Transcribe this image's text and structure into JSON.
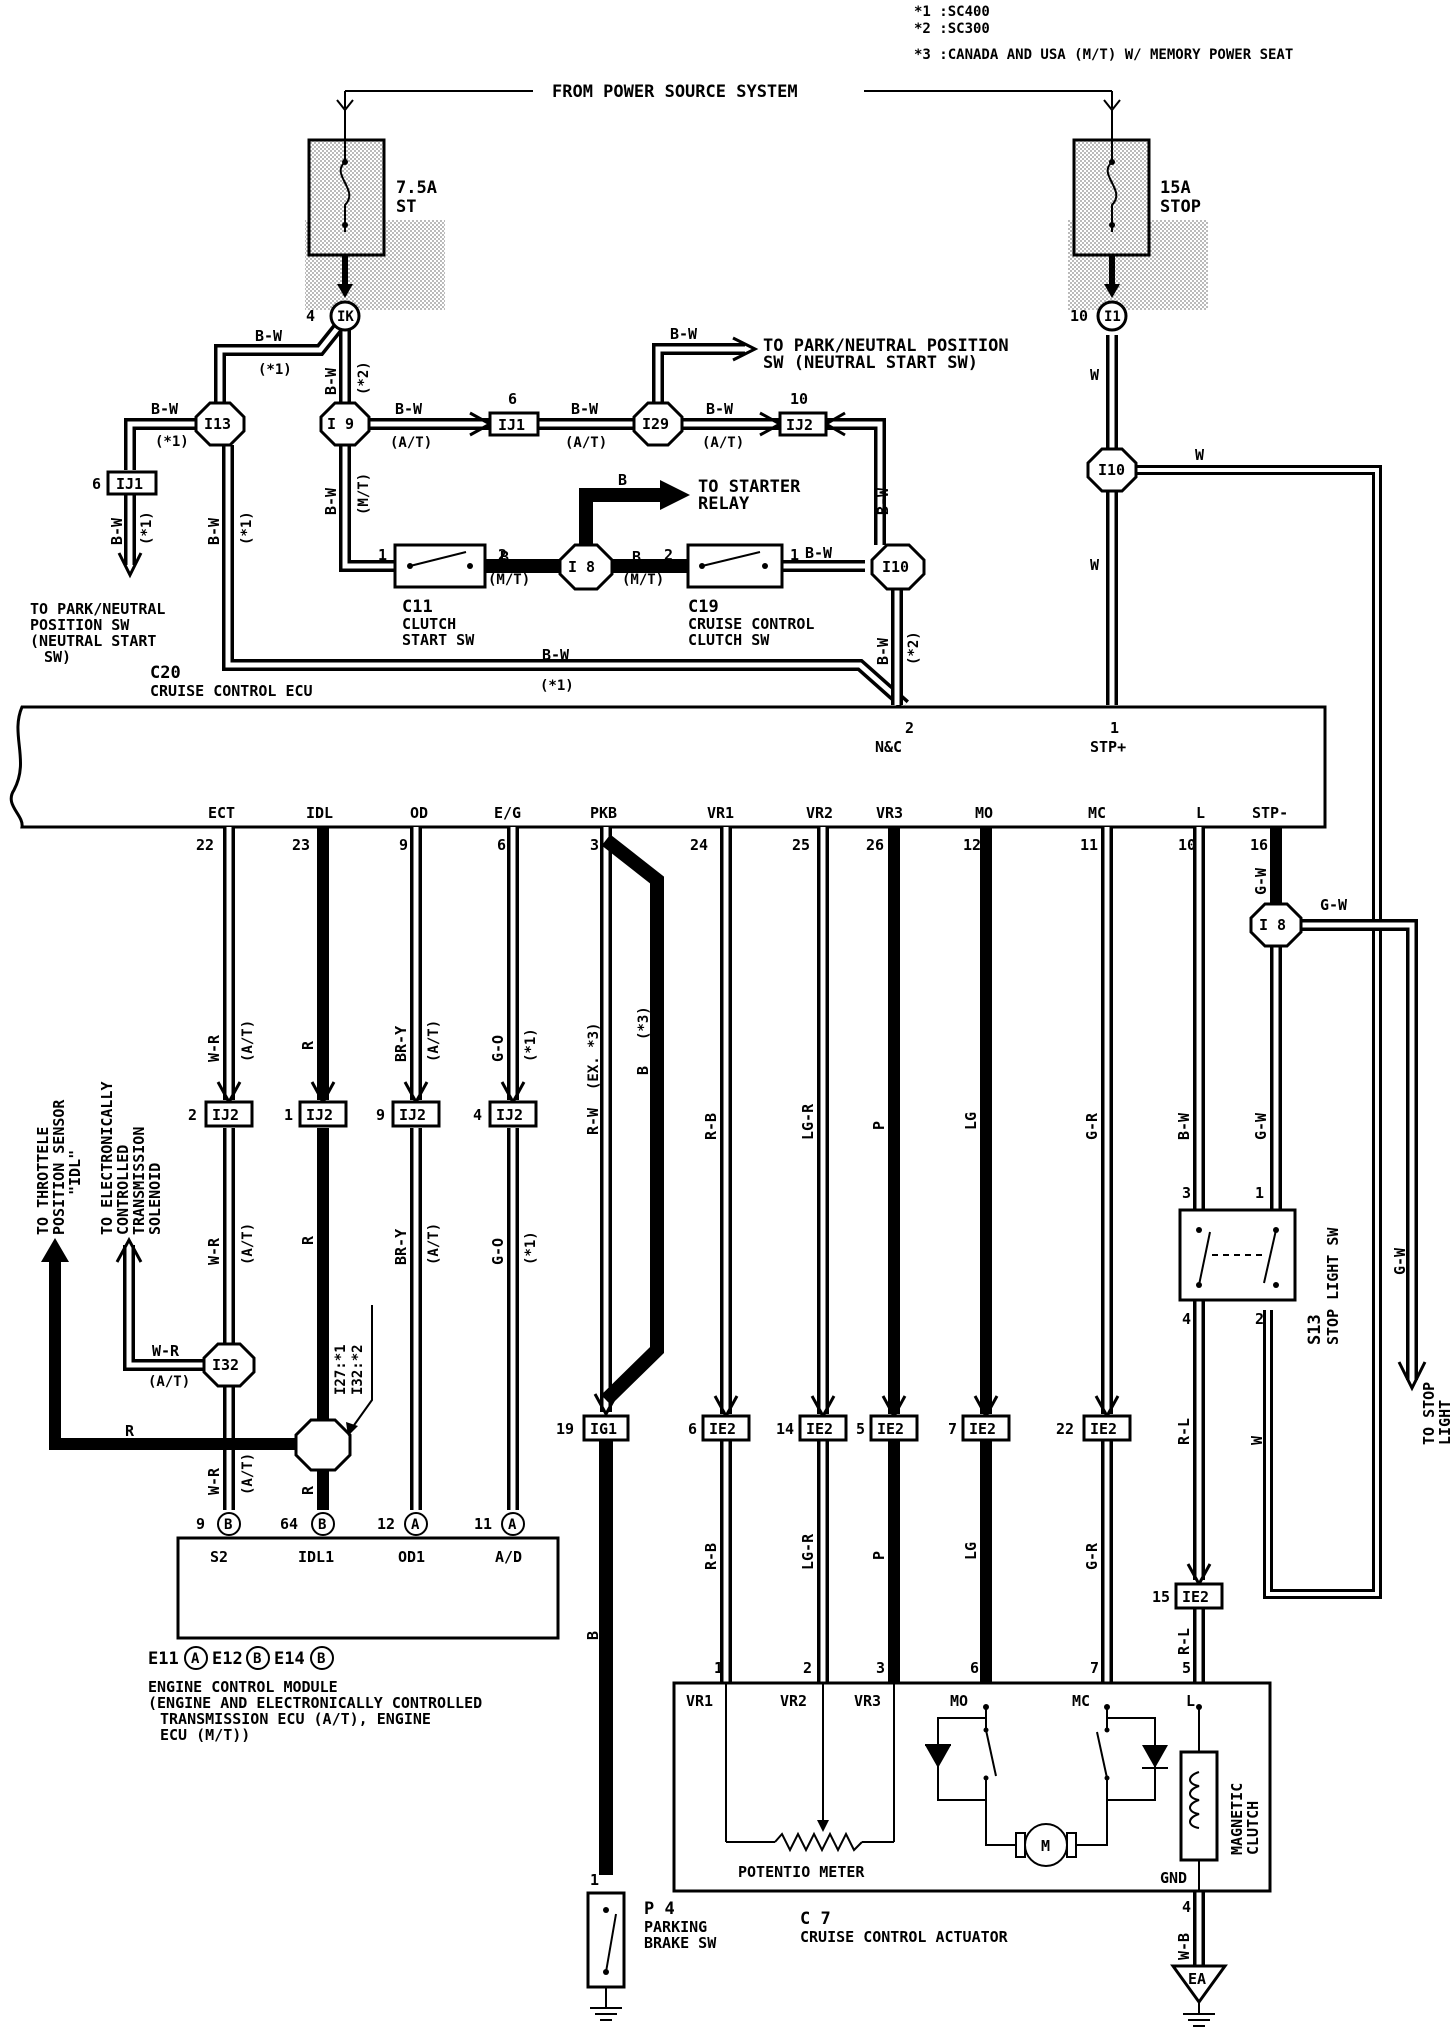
{
  "notes": [
    "*1 :SC400",
    "*2 :SC300",
    "*3 :CANADA AND USA (M/T) W/ MEMORY POWER SEAT"
  ],
  "power_source": "FROM POWER SOURCE SYSTEM",
  "fuses": [
    {
      "rating": "7.5A",
      "name": "ST"
    },
    {
      "rating": "15A",
      "name": "STOP"
    }
  ],
  "junctions": {
    "IK": "IK",
    "I1": "I1",
    "I13": "I13",
    "I9": "I 9",
    "I29": "I29",
    "I10a": "I10",
    "I8a": "I 8",
    "I10b": "I10",
    "I8b": "I 8",
    "I32": "I32",
    "IJ1": "IJ1",
    "IJ2": "IJ2",
    "IG1": "IG1",
    "IE2": "IE2",
    "EA": "EA"
  },
  "labels": {
    "bw": "B-W",
    "b": "B",
    "w": "W",
    "r": "R",
    "p": "P",
    "lg": "LG",
    "gw": "G-W",
    "wr": "W-R",
    "bry": "BR-Y",
    "go": "G-O",
    "rb": "R-B",
    "lgr": "LG-R",
    "gr": "G-R",
    "rl": "R-L",
    "rw": "R-W",
    "wb": "W-B",
    "n1": "(*1)",
    "n2": "(*2)",
    "n3": "(*3)",
    "ex3": "(EX. *3)",
    "at": "(A/T)",
    "mt": "(M/T)",
    "p1": "1",
    "p2": "2",
    "p3": "3",
    "p4": "4",
    "p5": "5",
    "p6": "6",
    "p7": "7",
    "p9": "9",
    "p10": "10",
    "p11": "11",
    "p12": "12",
    "p14": "14",
    "p15": "15",
    "p16": "16",
    "p19": "19",
    "p22": "22",
    "p23": "23",
    "p24": "24",
    "p25": "25",
    "p26": "26",
    "p64": "64",
    "ca": "A",
    "cb": "B",
    "i27": "I27:*1",
    "i32": "I32:*2",
    "dash": " - "
  },
  "destinations": {
    "park_neutral_top_1": "TO PARK/NEUTRAL POSITION",
    "park_neutral_top_2": "SW (NEUTRAL START SW)",
    "starter_1": "TO STARTER",
    "starter_2": "RELAY",
    "park_neutral_left_1": "TO PARK/NEUTRAL",
    "park_neutral_left_2": "POSITION SW",
    "park_neutral_left_3": "(NEUTRAL START",
    "park_neutral_left_4": "SW)",
    "throttle_1": "TO THROTTELE",
    "throttle_2": "POSITION SENSOR",
    "throttle_3": "\"IDL\"",
    "ect_1": "TO ELECTRONICALLY",
    "ect_2": "CONTROLLED",
    "ect_3": "TRANSMISSION",
    "ect_4": "SOLENOID",
    "stop_1": "TO STOP",
    "stop_2": "LIGHT"
  },
  "components": {
    "c11_id": "C11",
    "c11_1": "CLUTCH",
    "c11_2": "START SW",
    "c19_id": "C19",
    "c19_1": "CRUISE CONTROL",
    "c19_2": "CLUTCH SW",
    "c20_id": "C20",
    "c20_name": "CRUISE CONTROL ECU",
    "s13_id": "S13",
    "s13_name": "STOP LIGHT SW",
    "e11": "E11",
    "e12": "E12",
    "e14": "E14",
    "ecm_1": "ENGINE CONTROL MODULE",
    "ecm_2": "(ENGINE AND ELECTRONICALLY CONTROLLED",
    "ecm_3": "TRANSMISSION ECU (A/T), ENGINE",
    "ecm_4": "ECU (M/T))",
    "p4_id": "P 4",
    "p4_1": "PARKING",
    "p4_2": "BRAKE SW",
    "c7_id": "C 7",
    "c7_name": "CRUISE CONTROL ACTUATOR",
    "potentio": "POTENTIO METER",
    "mag_1": "MAGNETIC",
    "mag_2": "CLUTCH",
    "motor": "M"
  },
  "ecu_terminals": [
    "N&C",
    "STP+",
    "ECT",
    "IDL",
    "OD",
    "E/G",
    "PKB",
    "VR1",
    "VR2",
    "VR3",
    "MO",
    "MC",
    "L",
    "STP-"
  ],
  "ecm_terminals": [
    "S2",
    "IDL1",
    "OD1",
    "A/D"
  ],
  "actuator_terminals": [
    "VR1",
    "VR2",
    "VR3",
    "MO",
    "MC",
    "L",
    "GND"
  ]
}
